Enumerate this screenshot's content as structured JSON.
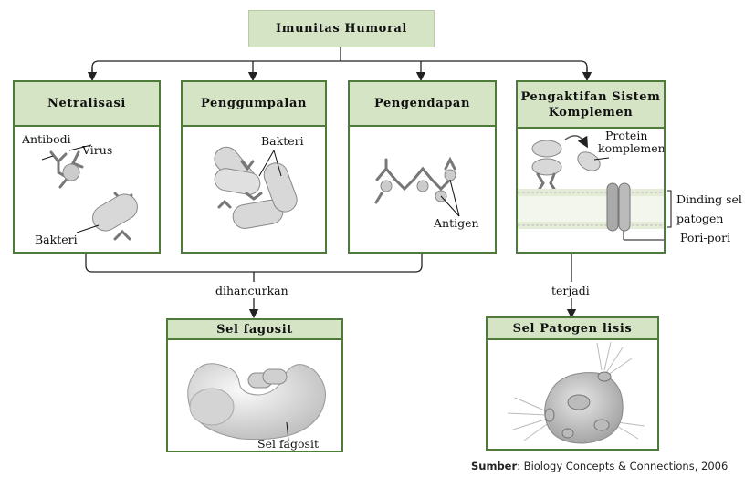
{
  "title": "Imunitas Humoral",
  "mechanisms": [
    {
      "title": "Netralisasi",
      "labels": [
        "Antibodi",
        "Virus",
        "Bakteri"
      ]
    },
    {
      "title": "Penggumpalan",
      "labels": [
        "Bakteri"
      ]
    },
    {
      "title": "Pengendapan",
      "labels": [
        "Antigen"
      ]
    },
    {
      "title": "Pengaktifan Sistem Komplemen",
      "labels": [
        "Protein komplemen"
      ]
    }
  ],
  "side_labels": {
    "wall": "Dinding sel patogen",
    "pore": "Pori-pori"
  },
  "arrows": {
    "left": "dihancurkan",
    "right": "terjadi"
  },
  "results": [
    {
      "title": "Sel fagosit",
      "label": "Sel fagosit"
    },
    {
      "title": "Sel Patogen lisis"
    }
  ],
  "source": {
    "prefix": "Sumber",
    "text": ": Biology Concepts & Connections, 2006"
  }
}
